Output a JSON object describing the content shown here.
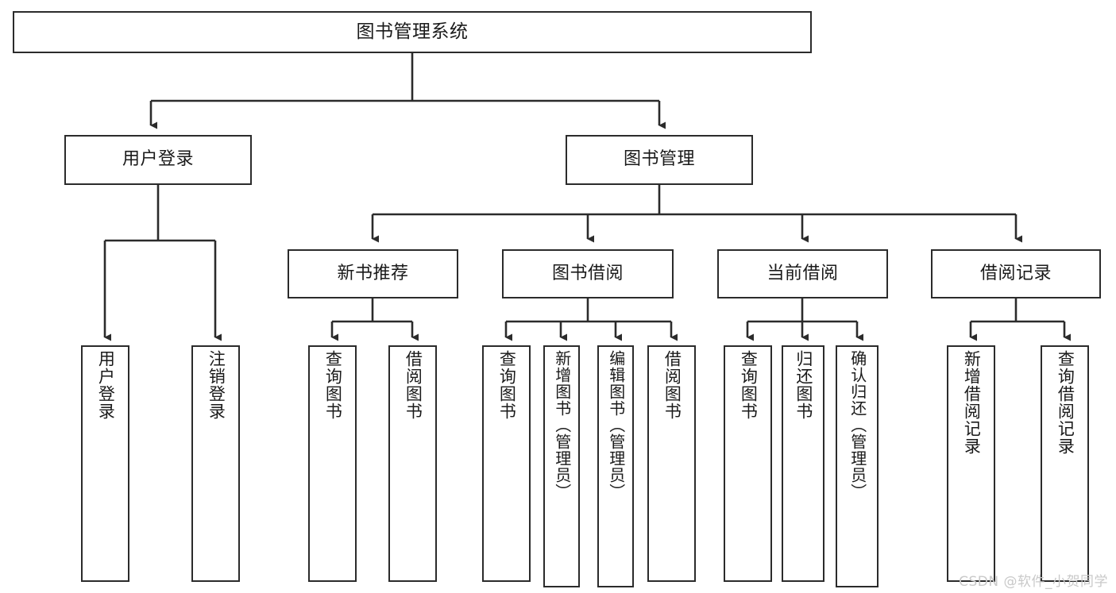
{
  "diagram": {
    "type": "tree-hierarchy",
    "title": "图书管理系统",
    "orientation": "top-down",
    "line_color": "#2b2b2b",
    "box_fill": "#ffffff",
    "text_color": "#1a1a1a",
    "levels": 4
  },
  "root": {
    "label": "图书管理系统"
  },
  "level2": {
    "user_login": {
      "label": "用户登录"
    },
    "book_manage": {
      "label": "图书管理"
    }
  },
  "level3": {
    "new_book_rec": {
      "label": "新书推荐"
    },
    "book_borrow": {
      "label": "图书借阅"
    },
    "current_borrow": {
      "label": "当前借阅"
    },
    "borrow_record": {
      "label": "借阅记录"
    }
  },
  "leaves": {
    "user_login_children": [
      {
        "label": "用户登录"
      },
      {
        "label": "注销登录"
      }
    ],
    "new_book_rec_children": [
      {
        "label": "查询图书"
      },
      {
        "label": "借阅图书"
      }
    ],
    "book_borrow_children": [
      {
        "label": "查询图书"
      },
      {
        "label": "新增图书（管理员）"
      },
      {
        "label": "编辑图书（管理员）"
      },
      {
        "label": "借阅图书"
      }
    ],
    "current_borrow_children": [
      {
        "label": "查询图书"
      },
      {
        "label": "归还图书"
      },
      {
        "label": "确认归还（管理员）"
      }
    ],
    "borrow_record_children": [
      {
        "label": "新增借阅记录"
      },
      {
        "label": "查询借阅记录"
      }
    ]
  },
  "watermark": {
    "text": "CSDN @软件_小贺同学"
  }
}
